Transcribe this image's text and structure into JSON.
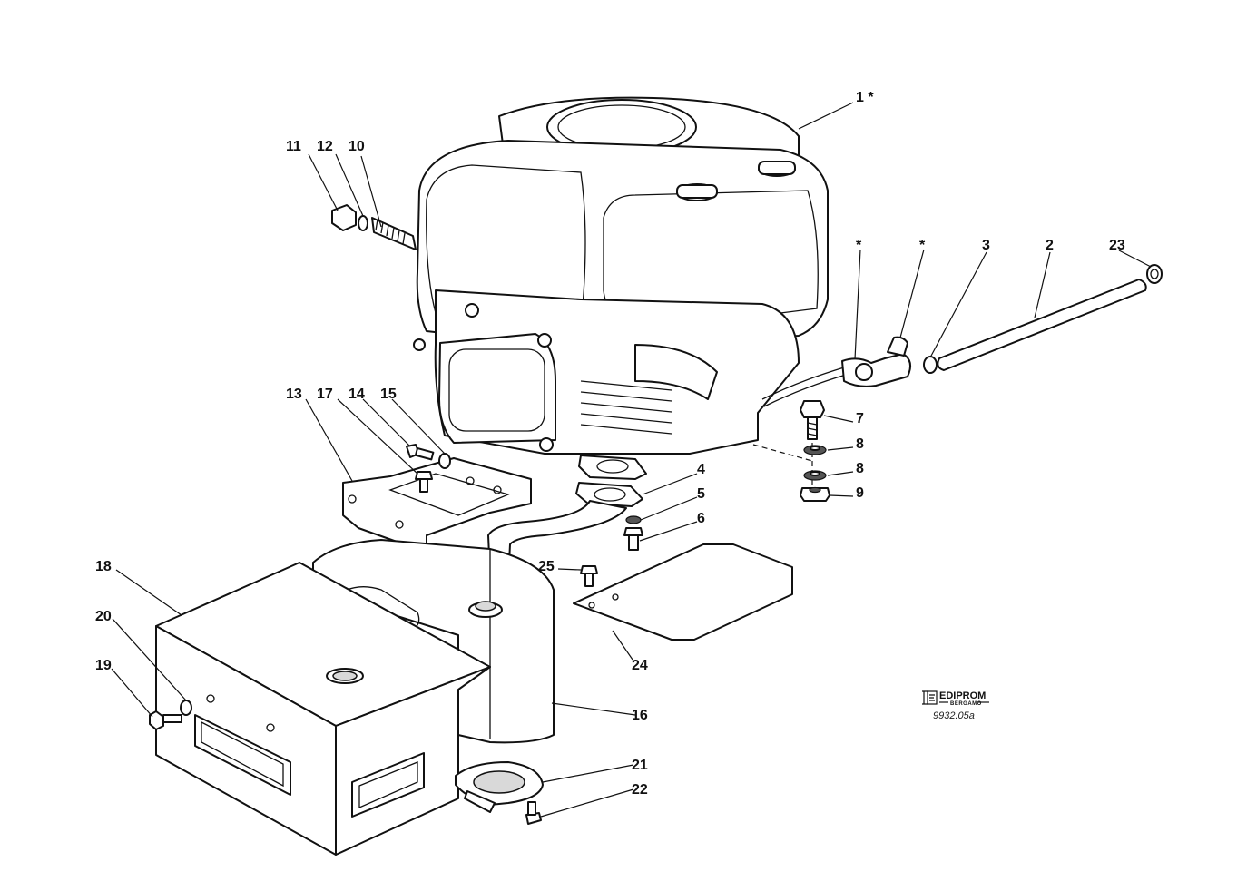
{
  "diagram": {
    "labels": {
      "p1": "1 *",
      "p2": "2",
      "p3": "3",
      "p4": "4",
      "p5": "5",
      "p6": "6",
      "p7": "7",
      "p8a": "8",
      "p8b": "8",
      "p9": "9",
      "p10": "10",
      "p11": "11",
      "p12": "12",
      "p13": "13",
      "p14": "14",
      "p15": "15",
      "p16": "16",
      "p17": "17",
      "p18": "18",
      "p19": "19",
      "p20": "20",
      "p21": "21",
      "p22": "22",
      "p23": "23",
      "p24": "24",
      "p25": "25",
      "star_a": "*",
      "star_b": "*"
    },
    "logo": {
      "brand": "EDIPROM",
      "city": "BERGAMO",
      "code": "9932.05a"
    }
  }
}
